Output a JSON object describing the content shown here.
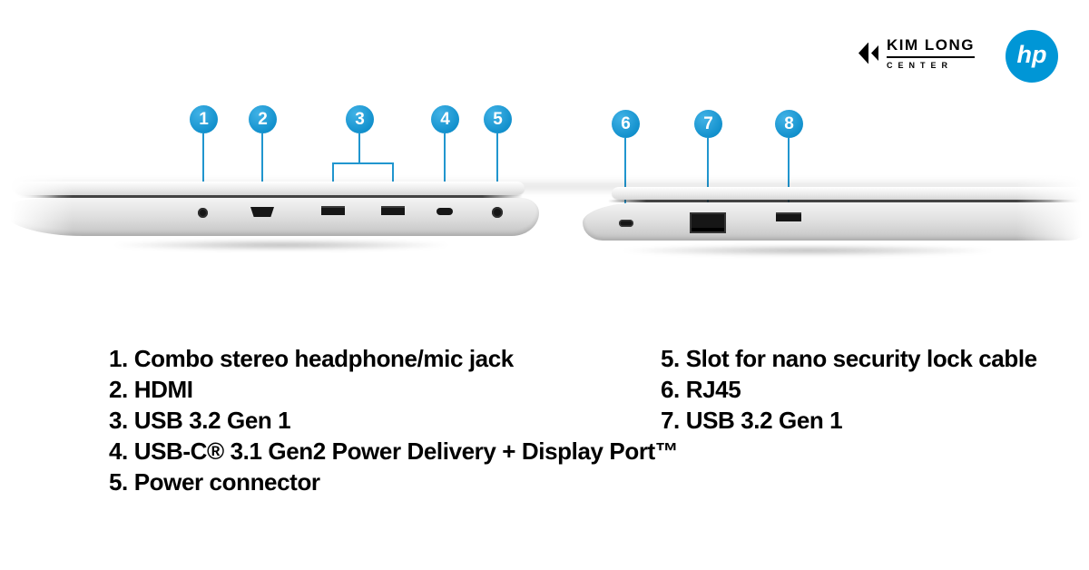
{
  "branding": {
    "kimlong": {
      "line1": "KIM LONG",
      "line2": "CENTER"
    },
    "hp": "hp"
  },
  "callouts": [
    "1",
    "2",
    "3",
    "4",
    "5",
    "6",
    "7",
    "8"
  ],
  "legend": {
    "left": [
      "1. Combo stereo headphone/mic jack",
      "2. HDMI",
      "3. USB 3.2 Gen 1",
      "4. USB-C® 3.1 Gen2 Power Delivery + Display Port™",
      "5. Power connector"
    ],
    "right": [
      "5. Slot for nano security lock cable",
      "6. RJ45",
      "7. USB 3.2 Gen 1"
    ]
  },
  "colors": {
    "callout_blue": "#1b9cd8",
    "hp_blue": "#0096d6",
    "text_black": "#000000"
  }
}
